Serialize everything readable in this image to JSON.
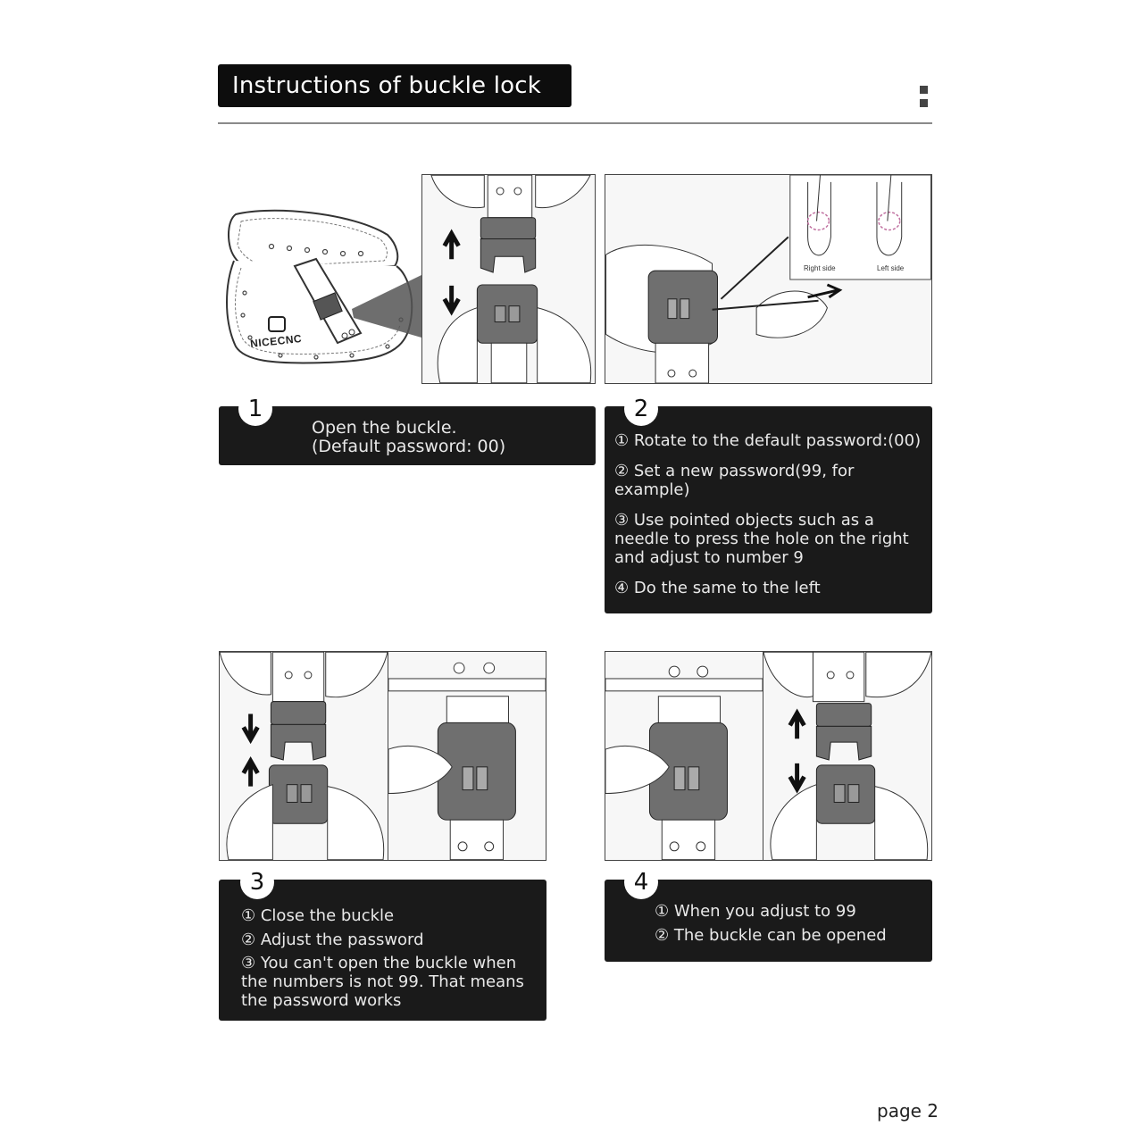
{
  "header": {
    "title": "Instructions of buckle lock"
  },
  "illustration": {
    "brand_logo_text": "NICECNC"
  },
  "inset": {
    "right_label": "Right side",
    "left_label": "Left side"
  },
  "steps": [
    {
      "number": "1",
      "lines": [
        "Open the buckle.",
        "(Default password: 00)"
      ]
    },
    {
      "number": "2",
      "items": [
        [
          "① Rotate to the default password:(00)"
        ],
        [
          "② Set a new password(99, for",
          "example)"
        ],
        [
          "③ Use pointed objects such as a",
          "needle to press the hole on the right",
          "and adjust to number 9"
        ],
        [
          "④ Do the same to the left"
        ]
      ]
    },
    {
      "number": "3",
      "items": [
        [
          "① Close the buckle"
        ],
        [
          "② Adjust the password"
        ],
        [
          "③ You can't open the buckle when",
          "the numbers is not 99. That means",
          "the password works"
        ]
      ]
    },
    {
      "number": "4",
      "items": [
        [
          "① When you adjust to 99"
        ],
        [
          "② The buckle can be opened"
        ]
      ]
    }
  ],
  "footer": {
    "page_label": "page 2"
  },
  "colors": {
    "box_bg": "#1a1a1a",
    "box_text": "#e9e9e9",
    "buckle_gray": "#6f6f6f",
    "rule": "#8a8a8a"
  }
}
